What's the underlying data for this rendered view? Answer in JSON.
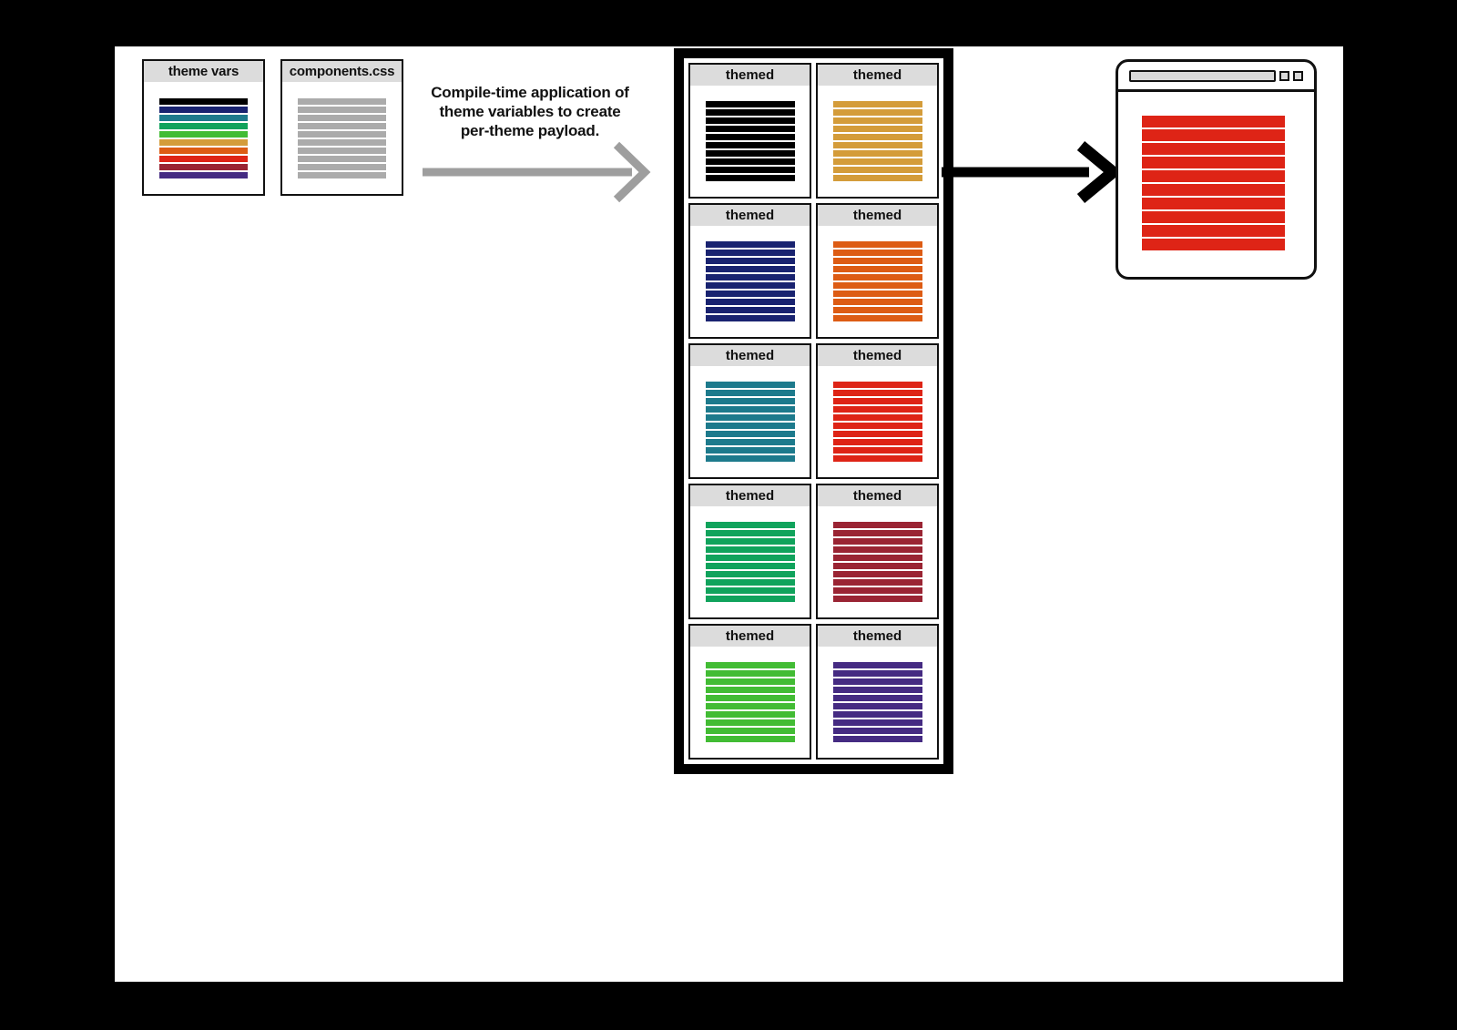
{
  "page": {
    "background": "#000000",
    "canvas_background": "#ffffff"
  },
  "colors": {
    "black": "#000000",
    "navy": "#192370",
    "teal": "#1d7a8c",
    "green": "#10a35c",
    "light_green": "#42bc34",
    "gold": "#d49c3a",
    "orange": "#dd5c14",
    "red": "#de2416",
    "maroon": "#9a2433",
    "purple": "#452b82",
    "component_gray": "#ababab",
    "header_gray": "#dcdcdc",
    "arrow_gray": "#9e9e9e",
    "arrow_black": "#000000"
  },
  "theme_vars_file": {
    "title": "theme vars",
    "stripes": [
      "black",
      "navy",
      "teal",
      "green",
      "light_green",
      "gold",
      "orange",
      "red",
      "maroon",
      "purple"
    ]
  },
  "components_file": {
    "title": "components.css",
    "stripe_color": "component_gray",
    "stripe_count": 10
  },
  "caption": {
    "lines": [
      "Compile-time application of",
      "theme variables to create",
      "per-theme payload."
    ]
  },
  "payload_grid": {
    "stripes_per_card": 10,
    "cells": [
      {
        "label": "themed",
        "theme": "black"
      },
      {
        "label": "themed",
        "theme": "gold"
      },
      {
        "label": "themed",
        "theme": "navy"
      },
      {
        "label": "themed",
        "theme": "orange"
      },
      {
        "label": "themed",
        "theme": "teal"
      },
      {
        "label": "themed",
        "theme": "red"
      },
      {
        "label": "themed",
        "theme": "green"
      },
      {
        "label": "themed",
        "theme": "maroon"
      },
      {
        "label": "themed",
        "theme": "light_green"
      },
      {
        "label": "themed",
        "theme": "purple"
      }
    ]
  },
  "browser_preview": {
    "stripe_color": "red",
    "stripe_count": 10
  }
}
